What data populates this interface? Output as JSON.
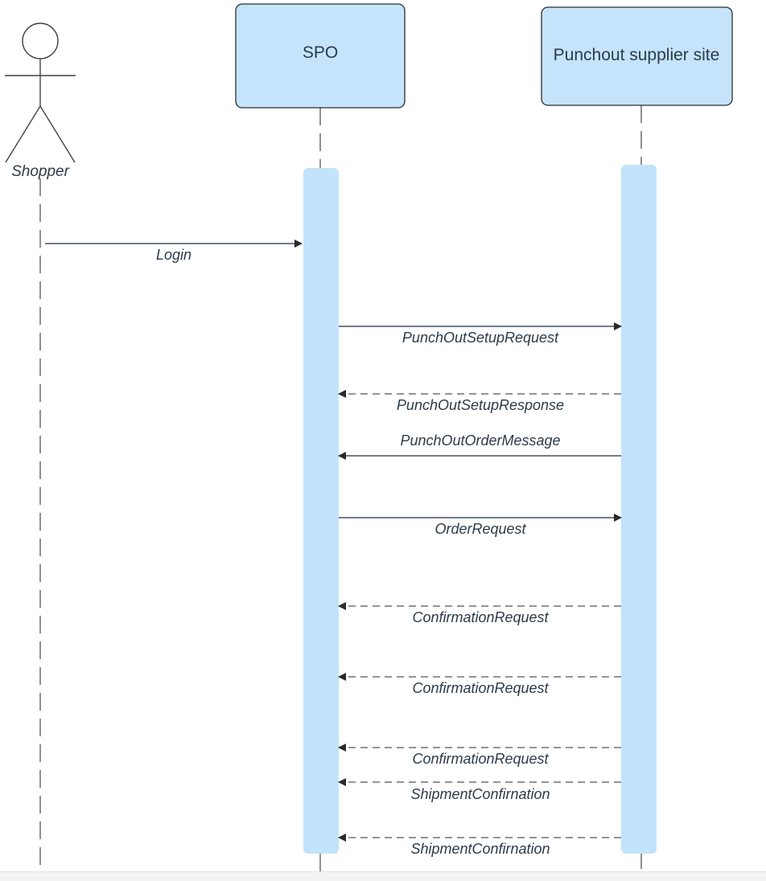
{
  "actor": {
    "label": "Shopper",
    "icon": "stick-figure-icon"
  },
  "participants": [
    {
      "id": "spo",
      "label": "SPO"
    },
    {
      "id": "supplier",
      "label": "Punchout supplier site"
    }
  ],
  "messages": [
    {
      "from": "actor",
      "to": "spo",
      "label": "Login",
      "style": "solid"
    },
    {
      "from": "spo",
      "to": "supplier",
      "label": "PunchOutSetupRequest",
      "style": "solid"
    },
    {
      "from": "supplier",
      "to": "spo",
      "label": "PunchOutSetupResponse",
      "style": "dashed"
    },
    {
      "from": "supplier",
      "to": "spo",
      "label": "PunchOutOrderMessage",
      "style": "solid"
    },
    {
      "from": "spo",
      "to": "supplier",
      "label": "OrderRequest",
      "style": "solid"
    },
    {
      "from": "supplier",
      "to": "spo",
      "label": "ConfirmationRequest",
      "style": "dashed"
    },
    {
      "from": "supplier",
      "to": "spo",
      "label": "ConfirmationRequest",
      "style": "dashed"
    },
    {
      "from": "supplier",
      "to": "spo",
      "label": "ConfirmationRequest",
      "style": "dashed"
    },
    {
      "from": "supplier",
      "to": "spo",
      "label": "ShipmentConfirnation",
      "style": "dashed"
    },
    {
      "from": "supplier",
      "to": "spo",
      "label": "ShipmentConfirnation",
      "style": "dashed"
    }
  ],
  "colors": {
    "participant_fill": "#c5e4fb",
    "participant_stroke": "#2c2c2c",
    "activation_fill": "#c2e3fb",
    "line": "#333333",
    "arrow": "#1e2f48",
    "text": "#2c3b4a"
  }
}
